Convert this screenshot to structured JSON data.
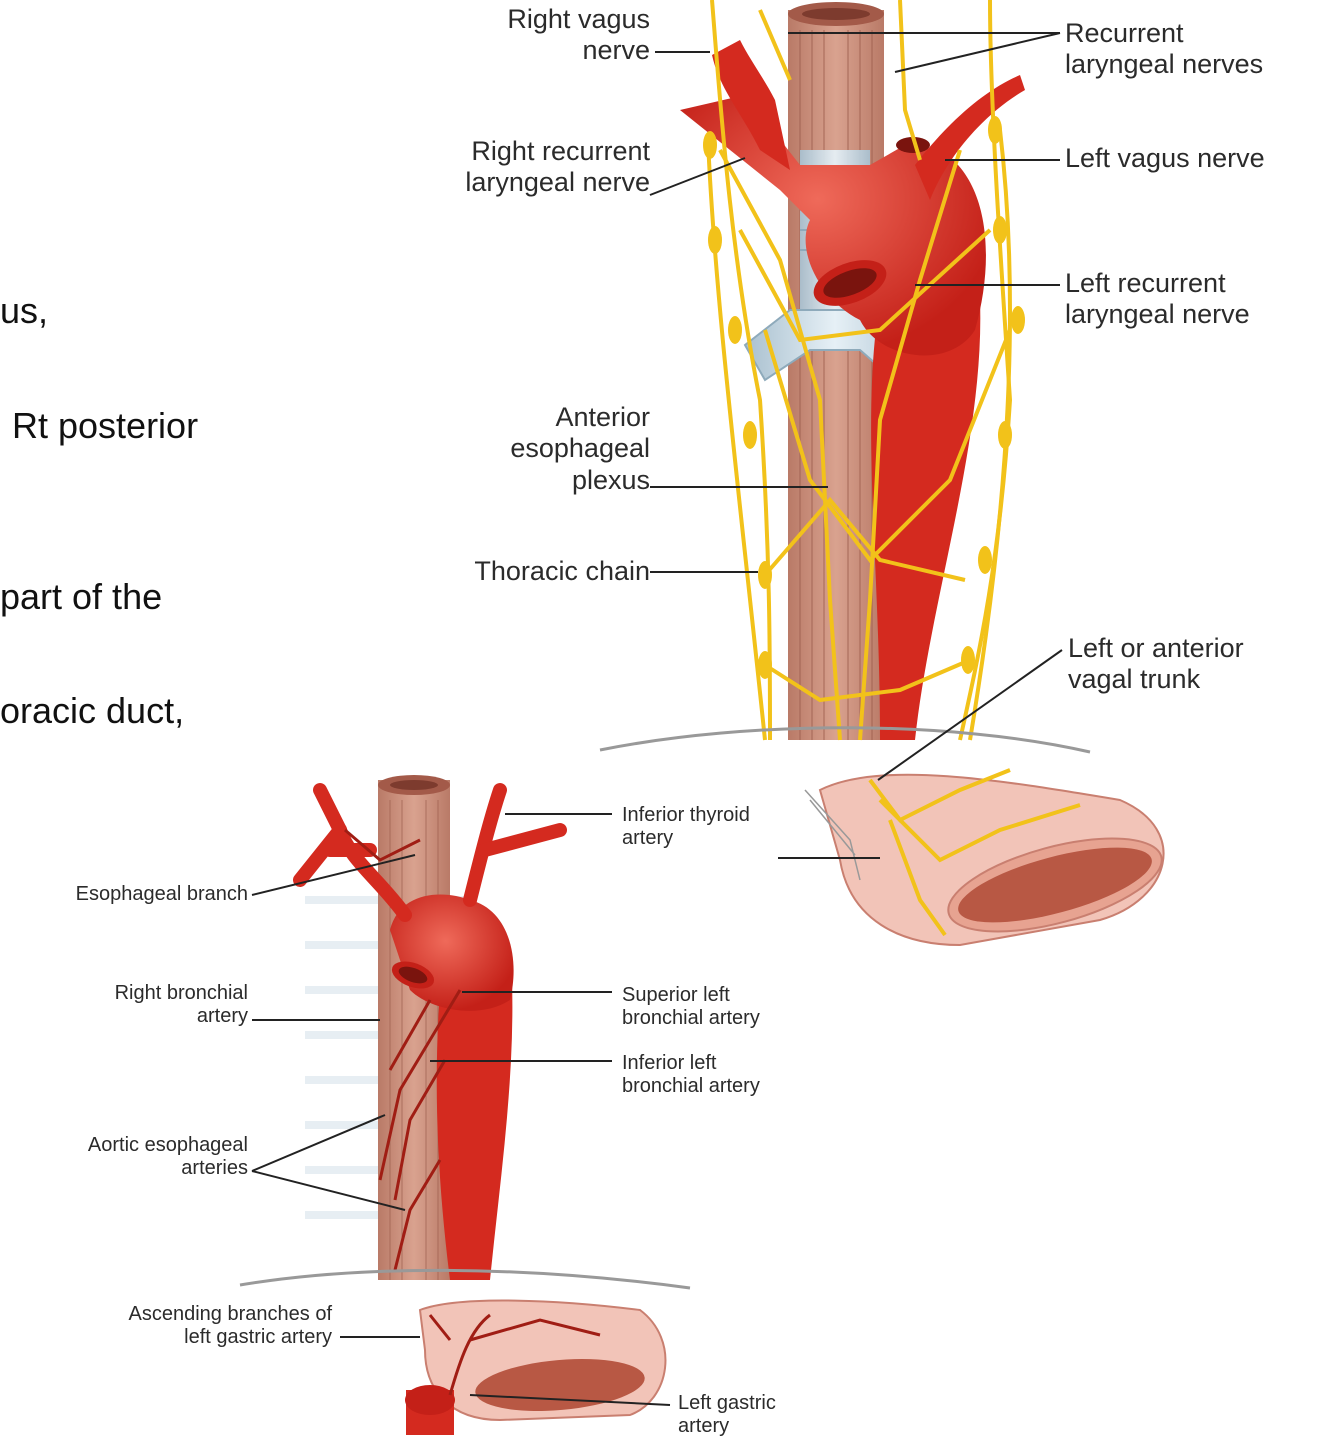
{
  "slide_text": {
    "line1": "us,",
    "line2": "Rt posterior",
    "line3": "part of the",
    "line4": "oracic duct,"
  },
  "nerve_figure": {
    "labels": {
      "right_vagus": "Right vagus\nnerve",
      "recurrent_laryngeal": "Recurrent\nlaryngeal nerves",
      "right_recurrent": "Right recurrent\nlaryngeal nerve",
      "left_vagus": "Left vagus nerve",
      "left_recurrent": "Left recurrent\nlaryngeal nerve",
      "anterior_plexus": "Anterior\nesophageal\nplexus",
      "thoracic_chain": "Thoracic chain",
      "left_vagal_trunk": "Left or anterior\nvagal trunk"
    }
  },
  "artery_figure": {
    "labels": {
      "inferior_thyroid": "Inferior thyroid\nartery",
      "esophageal_branch": "Esophageal branch",
      "right_bronchial": "Right bronchial\nartery",
      "superior_left_bronchial": "Superior left\nbronchial artery",
      "inferior_left_bronchial": "Inferior left\nbronchial artery",
      "aortic_esophageal": "Aortic esophageal\narteries",
      "ascending_branches": "Ascending branches of\nleft gastric artery",
      "left_gastric": "Left gastric\nartery"
    }
  },
  "colors": {
    "artery_red": "#d42a1f",
    "nerve_yellow": "#f2c21a",
    "esophagus_muscle": "#c98d7a",
    "trachea_blue": "#c9dbe6",
    "stomach_pink": "#f2c4b8"
  }
}
